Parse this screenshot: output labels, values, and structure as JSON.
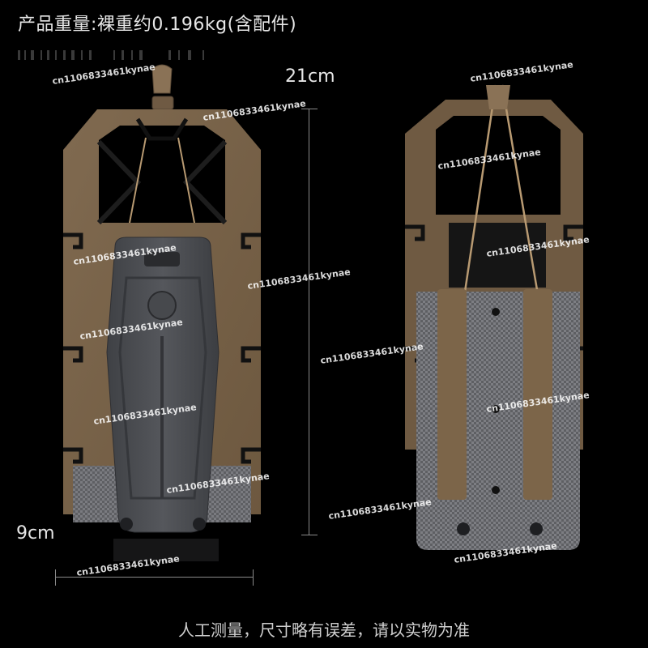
{
  "title": "产品重量:裸重约0.196kg(含配件)",
  "dimensions": {
    "height_label": "21cm",
    "width_label": "9cm"
  },
  "watermark": "cn1106833461kynae",
  "footer_note": "人工测量，尺寸略有误差，请以实物为准",
  "colors": {
    "background": "#000000",
    "coyote_brown": "#7a634a",
    "holster_gray": "#4a4c50",
    "weave_gray": "#6e6e72",
    "cord": "#b89a72"
  }
}
